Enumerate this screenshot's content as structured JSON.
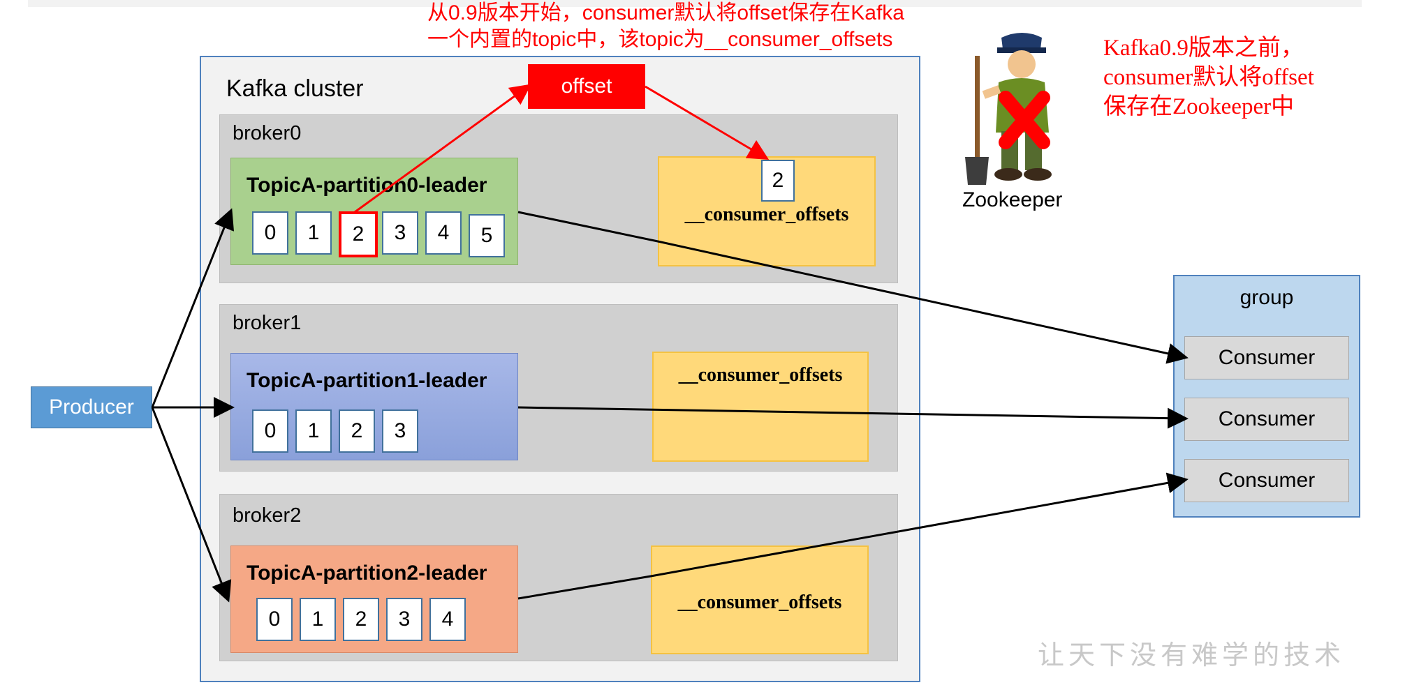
{
  "top_note": {
    "line1": "从0.9版本开始，consumer默认将offset保存在Kafka",
    "line2": "一个内置的topic中，该topic为__consumer_offsets"
  },
  "right_note": {
    "line1": "Kafka0.9版本之前，",
    "line2": "consumer默认将offset",
    "line3": "保存在Zookeeper中"
  },
  "cluster": {
    "title": "Kafka cluster"
  },
  "offset_label": "offset",
  "stored_offset": "2",
  "brokers": [
    {
      "label": "broker0",
      "partition": "TopicA-partition0-leader",
      "cells": [
        "0",
        "1",
        "2",
        "3",
        "4",
        "5"
      ],
      "offsets_label": "__consumer_offsets"
    },
    {
      "label": "broker1",
      "partition": "TopicA-partition1-leader",
      "cells": [
        "0",
        "1",
        "2",
        "3"
      ],
      "offsets_label": "__consumer_offsets"
    },
    {
      "label": "broker2",
      "partition": "TopicA-partition2-leader",
      "cells": [
        "0",
        "1",
        "2",
        "3",
        "4"
      ],
      "offsets_label": "__consumer_offsets"
    }
  ],
  "producer_label": "Producer",
  "zookeeper_label": "Zookeeper",
  "group": {
    "title": "group",
    "consumers": [
      "Consumer",
      "Consumer",
      "Consumer"
    ]
  },
  "watermark": "让天下没有难学的技术",
  "colors": {
    "accent_red": "#ff0000",
    "partition0": "#a9d08e",
    "partition1": "#8aa0da",
    "partition2": "#f5a886",
    "offsets_box": "#ffd97a",
    "producer": "#5b9bd5",
    "group": "#bdd7ee"
  }
}
